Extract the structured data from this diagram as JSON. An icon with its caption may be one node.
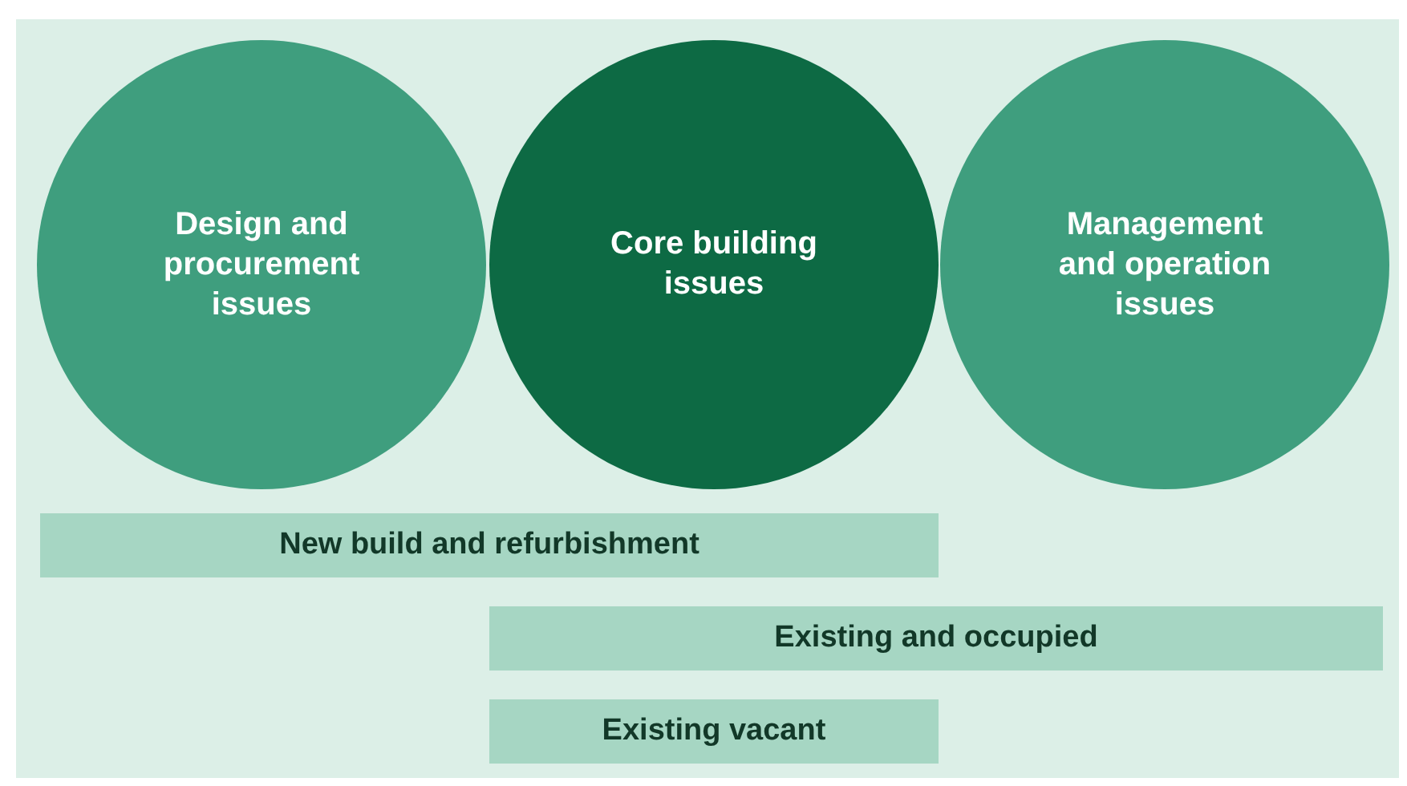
{
  "diagram": {
    "nodes": [
      {
        "text": [
          "Design and procurement issues"
        ]
      },
      {
        "text": [
          "Core building issues"
        ]
      },
      {
        "text": [
          "Management and operation issues"
        ]
      },
      {
        "text": [
          "New build and refurbishment"
        ]
      },
      {
        "text": [
          "Existing and occupied"
        ]
      },
      {
        "text": [
          "Existing vacant"
        ]
      }
    ],
    "edges": []
  }
}
